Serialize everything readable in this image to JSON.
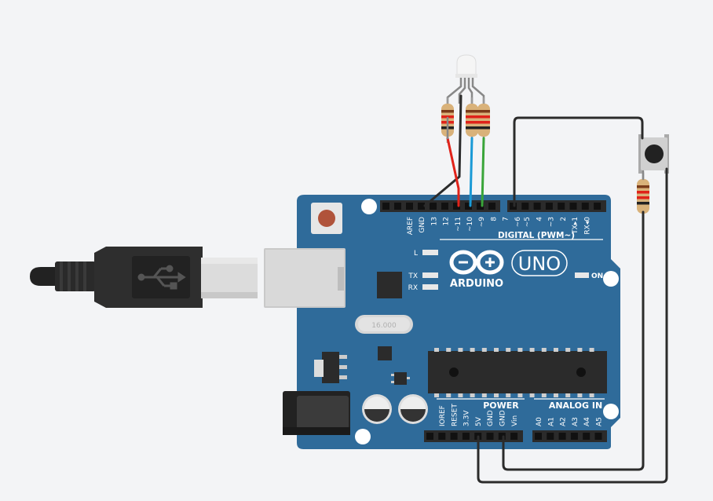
{
  "board": {
    "brand": "ARDUINO",
    "model": "UNO",
    "on_label": "ON",
    "l_label": "L",
    "tx_label": "TX",
    "rx_label": "RX",
    "crystal_label": "16.000",
    "digital_header": "DIGITAL (PWM~)",
    "power_header": "POWER",
    "analog_header": "ANALOG IN",
    "digital_pins": [
      "AREF",
      "GND",
      "13",
      "12",
      "~11",
      "~10",
      "~9",
      "8",
      "7",
      "~6",
      "~5",
      "4",
      "~3",
      "2",
      "TX▸1",
      "RX◂0"
    ],
    "power_pins": [
      "IOREF",
      "RESET",
      "3.3V",
      "5V",
      "GND",
      "GND",
      "Vin"
    ],
    "analog_pins": [
      "A0",
      "A1",
      "A2",
      "A3",
      "A4",
      "A5"
    ]
  },
  "components": {
    "usb_cable": "usb-b-plug",
    "usb_icon": "usb-icon",
    "rgb_led": "rgb-led",
    "push_button": "push-button",
    "resistors": 4
  },
  "colors": {
    "background": "#f3f4f6",
    "board": "#2f6b9a",
    "board_edge": "#2a5f8a",
    "wire_black": "#2b2b2b",
    "wire_red": "#e0231a",
    "wire_blue": "#1a9ad6",
    "wire_green": "#3aa53a"
  }
}
